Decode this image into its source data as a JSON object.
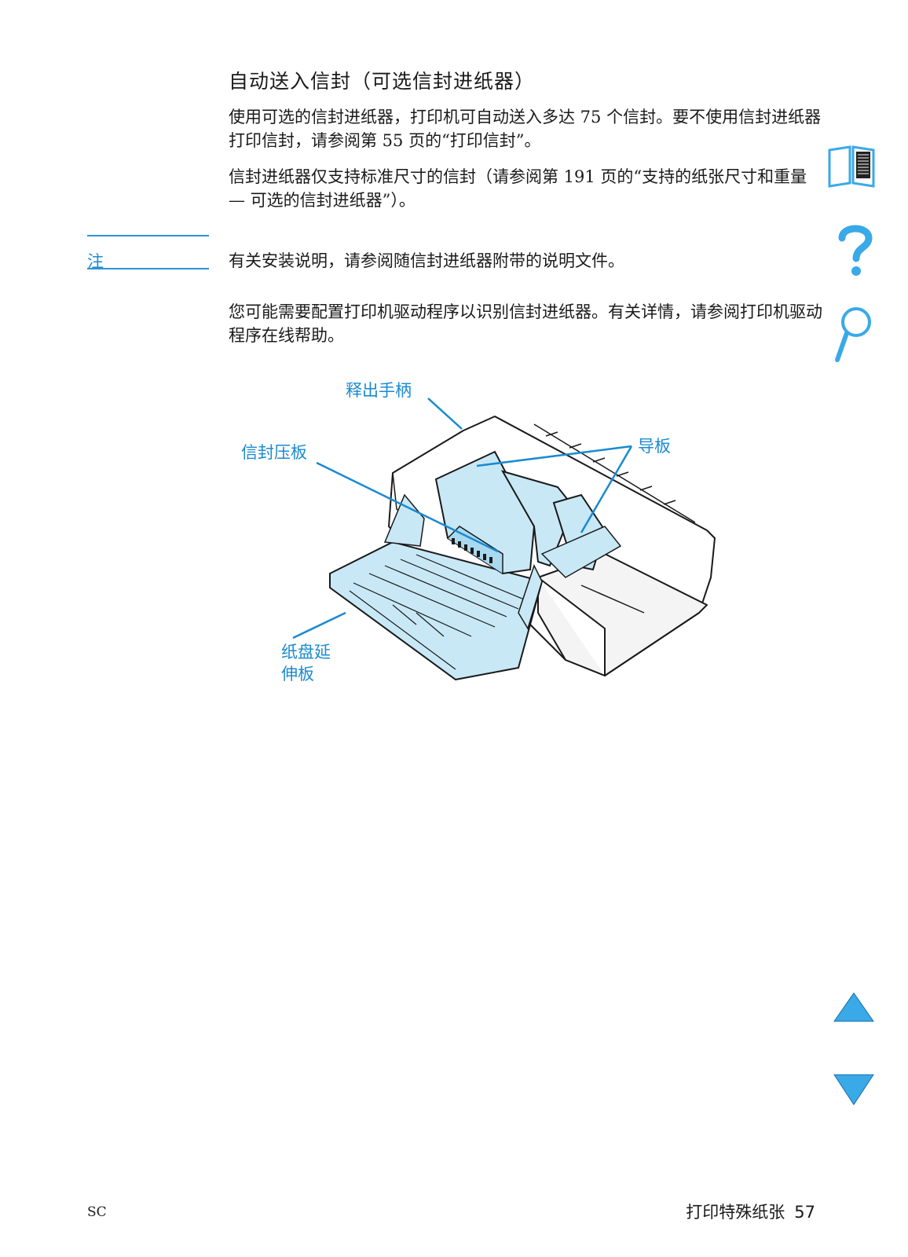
{
  "heading": "自动送入信封（可选信封进纸器）",
  "paragraphs": {
    "p1": "使用可选的信封进纸器，打印机可自动送入多达 75 个信封。要不使用信封进纸器打印信封，请参阅第 55 页的“打印信封”。",
    "p2": "信封进纸器仅支持标准尺寸的信封（请参阅第 191 页的“支持的纸张尺寸和重量 — 可选的信封进纸器”）。",
    "p4": "您可能需要配置打印机驱动程序以识别信封进纸器。有关详情，请参阅打印机驱动程序在线帮助。"
  },
  "note": {
    "label": "注",
    "text": "有关安装说明，请参阅随信封进纸器附带的说明文件。"
  },
  "figure": {
    "callouts": {
      "release_lever": "释出手柄",
      "envelope_weight": "信封压板",
      "guides": "导板",
      "tray_extension_line1": "纸盘延",
      "tray_extension_line2": "伸板"
    }
  },
  "side_nav": {
    "icons": [
      "book-icon",
      "help-icon",
      "search-icon",
      "previous-page-icon",
      "next-page-icon"
    ]
  },
  "footer": {
    "code": "SC",
    "section": "打印特殊纸张",
    "page_number": "57"
  },
  "colors": {
    "accent": "#1a8ad0",
    "nav_fill": "#39a9e8",
    "figure_tint": "#c8e8f6"
  }
}
